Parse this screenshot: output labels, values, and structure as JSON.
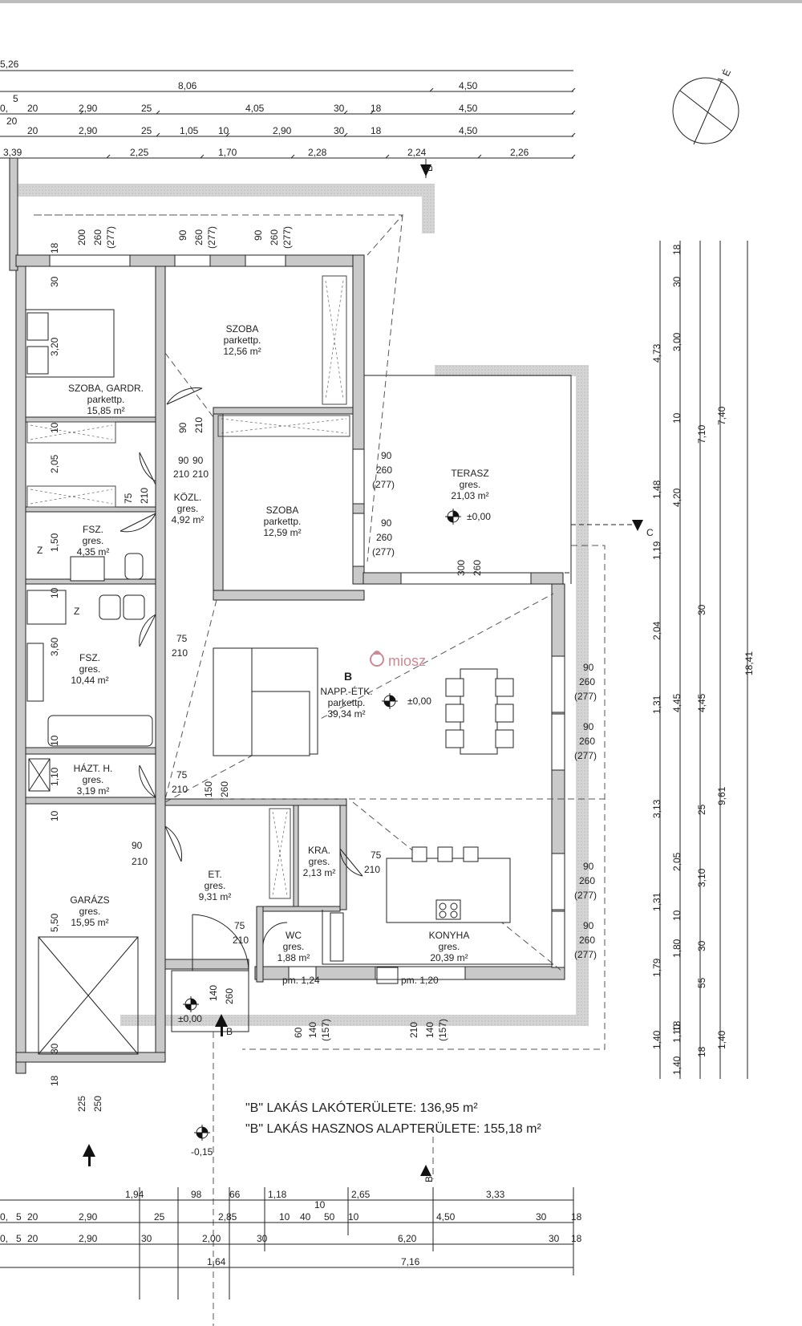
{
  "dimensions": {
    "top": {
      "row1": [
        "5,26"
      ],
      "row2": [
        "8,06",
        "4,50"
      ],
      "row3": [
        "0,",
        "5",
        "20",
        "2,90",
        "25",
        "4,05",
        "30",
        "18",
        "4,50"
      ],
      "row4": [
        "20",
        "20",
        "2,90",
        "25",
        "1,05",
        "10",
        "2,90",
        "30",
        "18",
        "4,50"
      ],
      "row5": [
        "3,39",
        "2,25",
        "1,70",
        "2,28",
        "2,24",
        "2,26"
      ]
    },
    "bottom": {
      "row1": [
        "1,94",
        "98",
        "66",
        "1,18",
        "10",
        "2,65",
        "3,33"
      ],
      "row2": [
        "0,",
        "5",
        "20",
        "2,90",
        "25",
        "2,85",
        "10",
        "40",
        "50",
        "10",
        "4,50",
        "30",
        "18"
      ],
      "row3": [
        "0,",
        "5",
        "20",
        "2,90",
        "30",
        "2,00",
        "30",
        "6,20",
        "30",
        "18"
      ],
      "row4": [
        "1,64",
        "7,16"
      ]
    },
    "right": {
      "col1": [
        "18",
        "30",
        "3,00",
        "10",
        "7,10",
        "30",
        "4,45",
        "25",
        "3,10",
        "10",
        "1,80",
        "30",
        "55",
        "18",
        "1,10",
        "18",
        "1,40",
        "30",
        "18"
      ],
      "col2": [
        "4,73",
        "1,48",
        "1,19",
        "2,04",
        "1,31",
        "3,13",
        "1,31",
        "1,79",
        "1,40"
      ],
      "col3": [
        "4,20",
        "4,45",
        "2,05"
      ],
      "col4": [
        "7,40",
        "9,61",
        "1,40"
      ],
      "col5": [
        "18,41"
      ]
    },
    "openings": {
      "top_windows": [
        "200",
        "260",
        "(277)",
        "90",
        "260",
        "(277)",
        "90",
        "260",
        "(277)"
      ],
      "inner": [
        "90",
        "210",
        "75",
        "260",
        "150",
        "300",
        "140",
        "225",
        "250",
        "60",
        "140",
        "(157)",
        "210",
        "140",
        "(157)",
        "30",
        "18",
        "10",
        "3,20",
        "2,05",
        "1,50",
        "3,60",
        "1,10",
        "5,50"
      ]
    }
  },
  "rooms": [
    {
      "name": "SZOBA, GARDR.",
      "floor": "parkettp.",
      "area": "15,85 m²"
    },
    {
      "name": "SZOBA",
      "floor": "parkettp.",
      "area": "12,56 m²"
    },
    {
      "name": "SZOBA",
      "floor": "parkettp.",
      "area": "12,59 m²"
    },
    {
      "name": "KÖZL.",
      "floor": "gres.",
      "area": "4,92 m²"
    },
    {
      "name": "FSZ.",
      "floor": "gres.",
      "area": "4,35 m²"
    },
    {
      "name": "FSZ.",
      "floor": "gres.",
      "area": "10,44 m²"
    },
    {
      "name": "HÁZT. H.",
      "floor": "gres.",
      "area": "3,19 m²"
    },
    {
      "name": "GARÁZS",
      "floor": "gres.",
      "area": "15,95 m²"
    },
    {
      "name": "ET.",
      "floor": "gres.",
      "area": "9,31 m²"
    },
    {
      "name": "KRA.",
      "floor": "gres.",
      "area": "2,13 m²"
    },
    {
      "name": "WC",
      "floor": "gres.",
      "area": "1,88 m²"
    },
    {
      "name": "KONYHA",
      "floor": "gres.",
      "area": "20,39 m²"
    },
    {
      "name": "NAPP.-ÉTK.",
      "floor": "parkettp.",
      "area": "39,34 m²"
    },
    {
      "name": "TERASZ",
      "floor": "gres.",
      "area": "21,03 m²"
    }
  ],
  "apartment_letter": "B",
  "levels": {
    "terrace": "±0,00",
    "living": "±0,00",
    "entrance": "±0,00",
    "outside": "-0,15"
  },
  "parapets": {
    "wc": "pm. 1,24",
    "kitchen": "pm. 1,20"
  },
  "door_tags": {
    "kra_x": "Z",
    "fsz_z": "Z"
  },
  "section_marks": {
    "b_top": "B",
    "b_bottom": "B",
    "c": "C",
    "b_entry": "B"
  },
  "north": "É",
  "watermark": "miosz",
  "summary": {
    "line1": "\"B\" LAKÁS LAKÓTERÜLETE: 136,95 m²",
    "line2": "\"B\" LAKÁS HASZNOS ALAPTERÜLETE: 155,18 m²"
  },
  "colors": {
    "wall": "#c9c9c9",
    "line": "#222222",
    "dash": "#555555",
    "watermark": "#c98a95"
  }
}
